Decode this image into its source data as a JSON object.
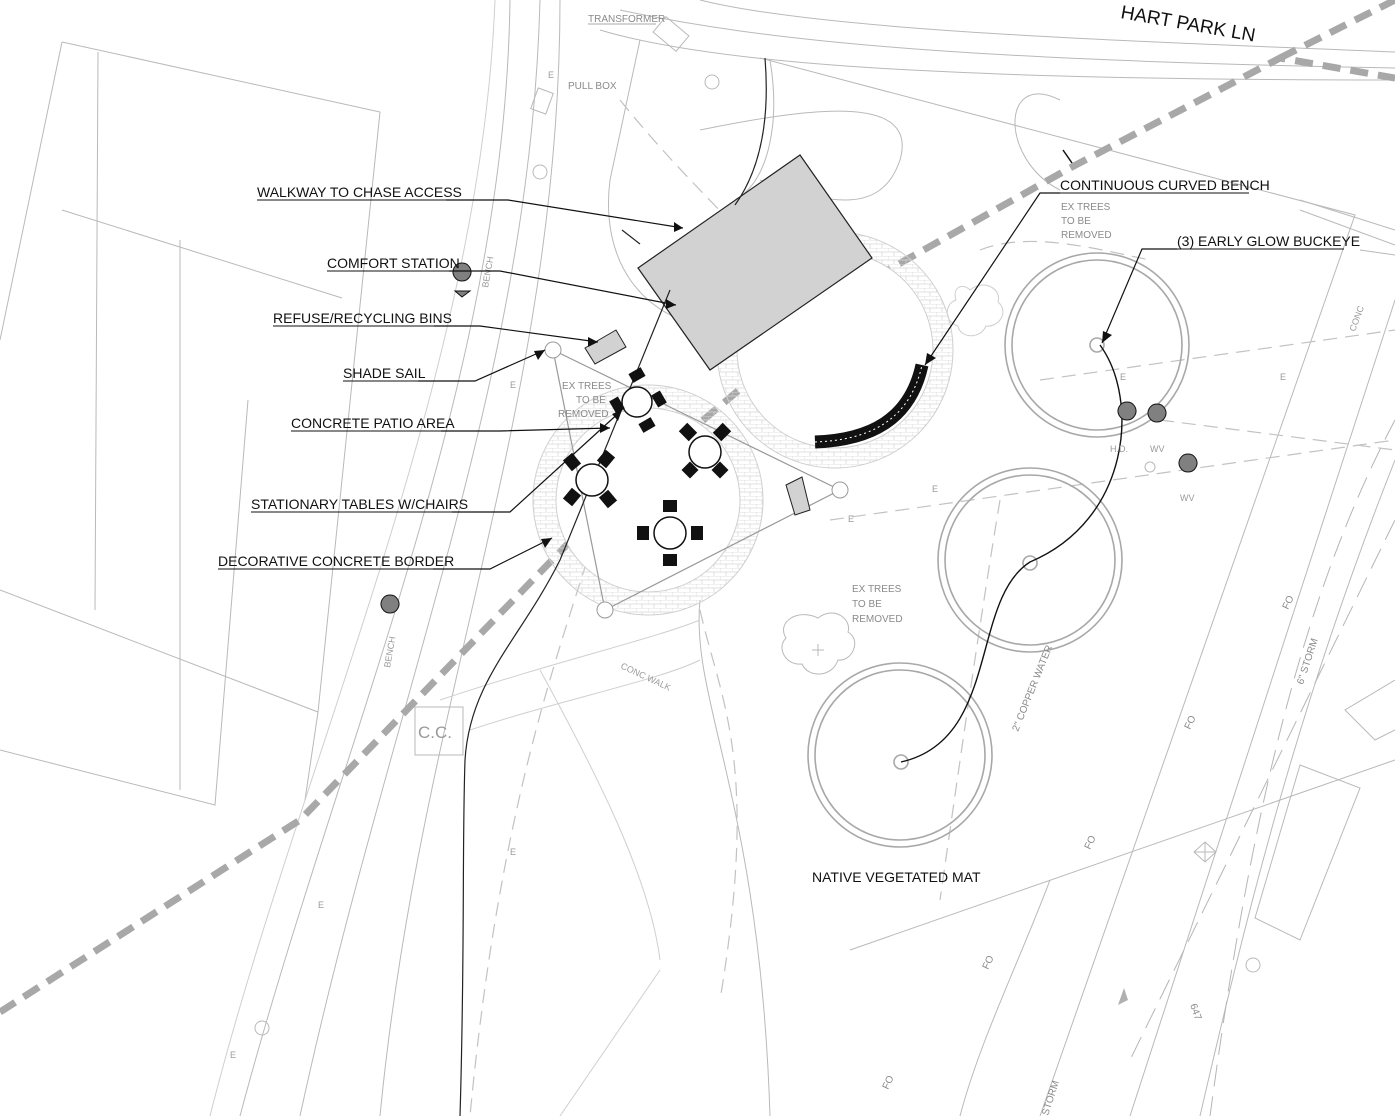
{
  "street": {
    "name": "HART PARK LN"
  },
  "callouts": {
    "walkway": "WALKWAY TO CHASE ACCESS",
    "comfort_station": "COMFORT STATION",
    "refuse": "REFUSE/RECYCLING BINS",
    "shade_sail": "SHADE SAIL",
    "patio": "CONCRETE PATIO AREA",
    "tables": "STATIONARY TABLES W/CHAIRS",
    "border": "DECORATIVE CONCRETE BORDER",
    "bench": "CONTINUOUS CURVED BENCH",
    "buckeye": "(3) EARLY GLOW BUCKEYE",
    "mat": "NATIVE VEGETATED MAT"
  },
  "existing": {
    "transformer": "TRANSFORMER",
    "pull_box": "PULL BOX",
    "ex_trees_line1": "EX TREES",
    "ex_trees_line2": "TO BE",
    "ex_trees_line3": "REMOVED",
    "conc": "CONC",
    "conc_walk": "CONC WALK",
    "bench": "BENCH",
    "cc": "C.C.",
    "hd": "H.D.",
    "wv": "WV",
    "water": "2\" COPPER WATER",
    "storm": "6\" STORM",
    "storm2": "STORM",
    "fo": "FO",
    "e": "E",
    "contour": "647"
  }
}
